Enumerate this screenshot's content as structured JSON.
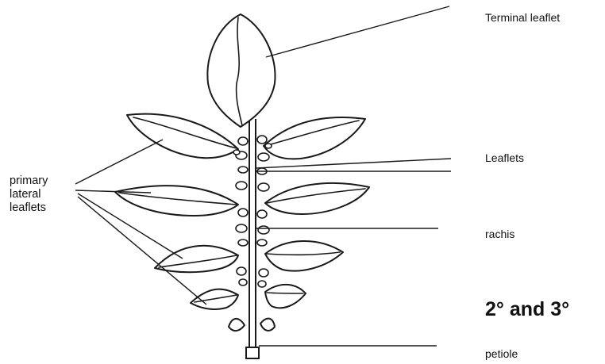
{
  "labels": {
    "terminal_leaflet": "Terminal leaflet",
    "leaflets": "Leaflets",
    "rachis": "rachis",
    "secondary_tertiary": "2° and 3°",
    "petiole": "petiole",
    "primary_lateral": [
      "primary",
      "lateral",
      "leaflets"
    ]
  },
  "colors": {
    "ink": "#1a1a1a",
    "background": "#ffffff"
  }
}
